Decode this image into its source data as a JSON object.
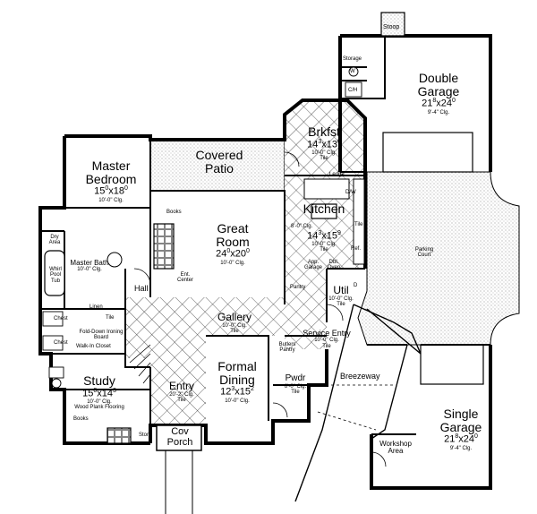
{
  "rooms": {
    "stoop": "Stoop",
    "storage": "Storage",
    "double_garage": {
      "name": "Double Garage",
      "w": "21",
      "wx": "8",
      "h": "24",
      "hx": "0",
      "ceiling": "9'-4\" Clg."
    },
    "brkfst": {
      "name": "Brkfst",
      "w": "14",
      "wx": "3",
      "h": "13",
      "hx": "0",
      "ceiling": "10'-0\" Clg.",
      "floor": "Tile"
    },
    "covered_patio": "Covered Patio",
    "master_bedroom": {
      "name": "Master Bedroom",
      "w": "15",
      "wx": "0",
      "h": "18",
      "hx": "0",
      "ceiling": "10'-0\" Clg."
    },
    "great_room": {
      "name": "Great Room",
      "w": "24",
      "wx": "0",
      "h": "20",
      "hx": "0",
      "ceiling": "10'-0\" Clg."
    },
    "kitchen": {
      "name": "Kitchen",
      "w": "14",
      "wx": "3",
      "h": "15",
      "hx": "9",
      "ceiling": "10'-0\" Clg.",
      "floor": "Tile"
    },
    "master_bath": {
      "name": "Master Bath",
      "ceiling": "10'-0\" Clg."
    },
    "hall": "Hall",
    "gallery": {
      "name": "Gallery",
      "ceiling": "10'-0\" Clg.",
      "floor": "Tile"
    },
    "util": {
      "name": "Util",
      "ceiling": "10'-0\" Clg.",
      "floor": "Tile"
    },
    "service_entry": {
      "name": "Service Entry",
      "ceiling": "10'-0\" Clg.",
      "floor": "Tile"
    },
    "study": {
      "name": "Study",
      "w": "15",
      "wx": "0",
      "h": "14",
      "hx": "3",
      "ceiling": "10'-0\" Clg.",
      "floor": "Wood Plank Flooring"
    },
    "entry": {
      "name": "Entry",
      "ceiling": "20'-2\" Clg.",
      "floor": "Tile"
    },
    "formal_dining": {
      "name": "Formal Dining",
      "w": "12",
      "wx": "3",
      "h": "15",
      "hx": "2",
      "ceiling": "10'-0\" Clg."
    },
    "pwdr": {
      "name": "Pwdr",
      "ceiling": "8'-0\" Clg.",
      "floor": "Tile"
    },
    "breezeway": "Breezeway",
    "single_garage": {
      "name": "Single Garage",
      "w": "21",
      "wx": "8",
      "h": "24",
      "hx": "0",
      "ceiling": "9'-4\" Clg."
    },
    "workshop_area": "Workshop Area",
    "cov_porch": "Cov Porch",
    "parking_court": "Parking Court"
  },
  "annotations": {
    "books_great": "Books",
    "books_study": "Books",
    "ent_center": "Ent. Center",
    "pantry": "Pantry",
    "ledge": "Ledge",
    "app_garage": "App. Garage",
    "dbl_oven": "Dbl. Oven",
    "kitchen_clg": "8'-0\" Clg.",
    "chest_1": "Chest",
    "chest_2": "Chest",
    "dry_area": "Dry Area",
    "whirlpool": "Whirl Pool Tub",
    "linen": "Linen",
    "fold_down": "Fold-Down Ironing Board",
    "walk_in": "Walk-In Closet",
    "butlers_pantry": "Butlers Pantry",
    "stor": "Stor.",
    "tile_mb": "Tile",
    "ch": "C/H",
    "w": "W",
    "d": "D",
    "dw": "D/W",
    "ref": "Ref.",
    "tile_k": "Tile"
  }
}
